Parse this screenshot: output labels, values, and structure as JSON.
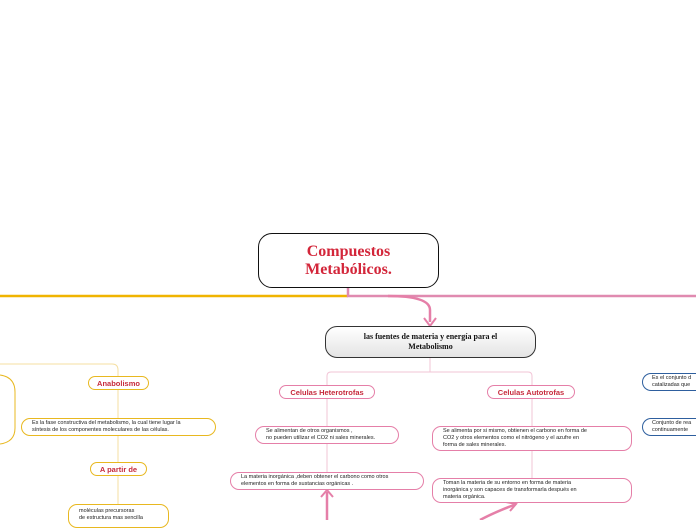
{
  "root": {
    "line1": "Compuestos",
    "line2": "Metabólicos."
  },
  "main_topic": {
    "line1": "las fuentes  de materia  y energía para el",
    "line2": "Metabolismo"
  },
  "heterotrofas": {
    "label": "Celulas Heterotrofas",
    "desc1": "Se alimentan de otros organismos ,",
    "desc2": "no pueden utilizar el CO2 ni sales minerales.",
    "inorg1": "La materia inorgánica ,deben obtener  el carbono como otros",
    "inorg2": "elementos en forma de sustancias orgánicas ."
  },
  "autotrofas": {
    "label": "Celulas Autotrofas",
    "desc1": "Se alimenta por si mismo, obtienen el carbono en forma de",
    "desc2": "CO2  y otros elementos como el nitrógeno y el azufre en",
    "desc3": "forma de sales minerales.",
    "toman1": "Toman la materia de su entorno en forma de materia",
    "toman2": "inorgánica  y son capaces de transformarla después en",
    "toman3": "materia orgánica."
  },
  "anabolismo": {
    "label": "Anabolismo",
    "desc1": "Es la fase constructiva del metabolismo, la cual tiene lugar  la",
    "desc2": "síntesis de los componentes  moleculares de las células.",
    "apartir_label": "A partir de",
    "mol1": "moléculas precursoras",
    "mol2": "de estructura mas sencilla"
  },
  "right_partial": {
    "item1_line1": "Es el conjunto d",
    "item1_line2": "catalizadas que",
    "item2_line1": "Conjunto de rea",
    "item2_line2": "continuamente"
  },
  "colors": {
    "title_red": "#d3263a",
    "pink_connector": "#e57fa8",
    "gold_connector": "#f0b400",
    "blue_border": "#2e5f9e"
  }
}
